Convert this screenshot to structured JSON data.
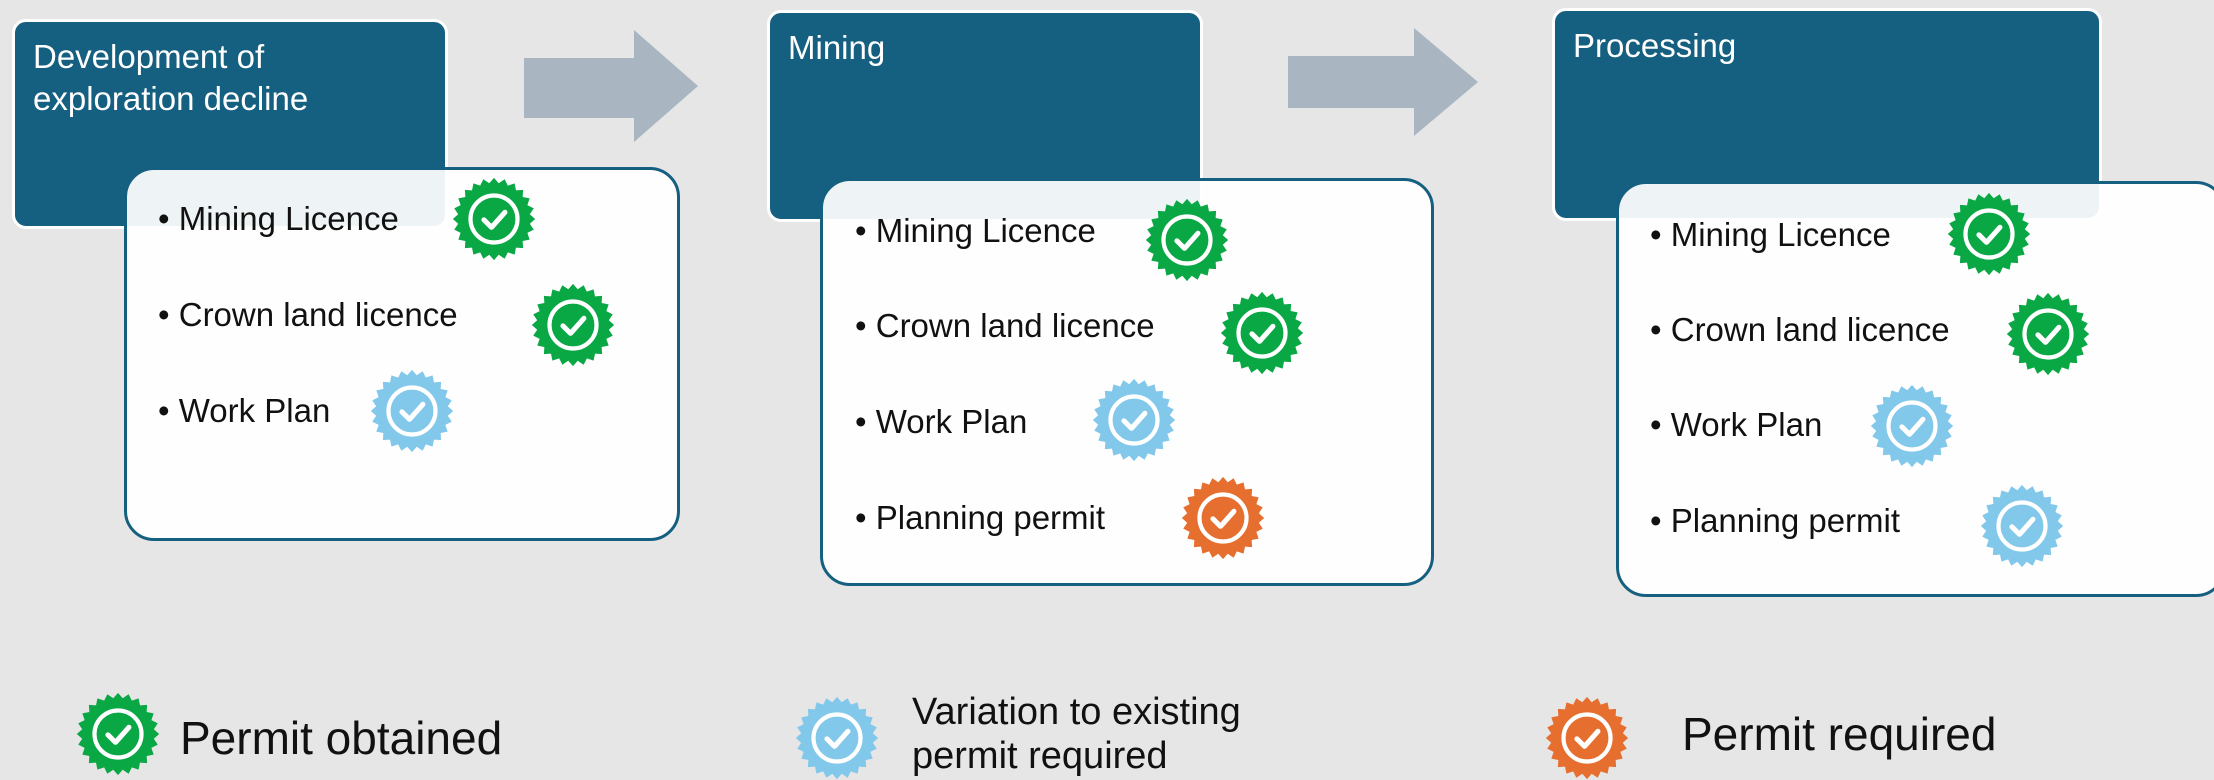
{
  "colors": {
    "header_bg": "#155f80",
    "card_border": "#155f80",
    "arrow": "#a9b5c1",
    "obtained": "#0aa745",
    "variation": "#82c8ea",
    "required": "#e66f2f"
  },
  "stages": [
    {
      "title": "Development of exploration decline",
      "items": [
        {
          "label": "Mining Licence",
          "status": "obtained"
        },
        {
          "label": "Crown land licence",
          "status": "obtained"
        },
        {
          "label": "Work Plan",
          "status": "variation"
        }
      ]
    },
    {
      "title": "Mining",
      "items": [
        {
          "label": "Mining Licence",
          "status": "obtained"
        },
        {
          "label": "Crown land licence",
          "status": "obtained"
        },
        {
          "label": "Work Plan",
          "status": "variation"
        },
        {
          "label": "Planning permit",
          "status": "required"
        }
      ]
    },
    {
      "title": "Processing",
      "items": [
        {
          "label": "Mining Licence",
          "status": "obtained"
        },
        {
          "label": "Crown land licence",
          "status": "obtained"
        },
        {
          "label": "Work Plan",
          "status": "variation"
        },
        {
          "label": "Planning permit",
          "status": "variation"
        }
      ]
    }
  ],
  "legend": {
    "obtained": "Permit obtained",
    "variation_line1": "Variation to existing",
    "variation_line2": "permit required",
    "required": "Permit required"
  }
}
